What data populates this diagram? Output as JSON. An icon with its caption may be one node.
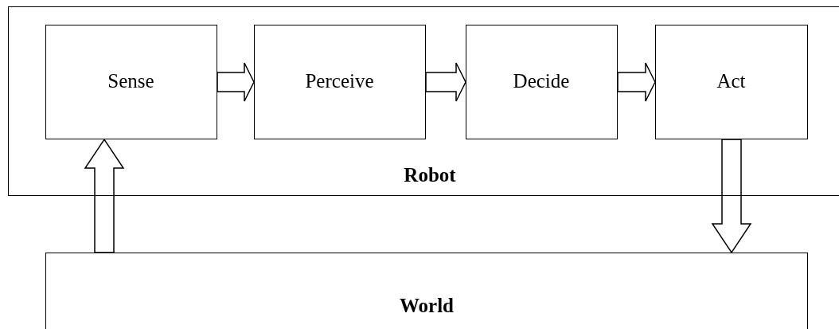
{
  "diagram": {
    "nodes": [
      {
        "text": [
          "Robot"
        ]
      },
      {
        "text": [
          "Sense"
        ],
        "in": 0
      },
      {
        "text": [
          "Perceive"
        ],
        "in": 0
      },
      {
        "text": [
          "Decide"
        ],
        "in": 0
      },
      {
        "text": [
          "Act"
        ],
        "in": 0
      },
      {
        "text": [
          "World"
        ]
      }
    ],
    "edges": [
      {
        "from": 1,
        "to": 2,
        "arrow": "to"
      },
      {
        "from": 2,
        "to": 3,
        "arrow": "to"
      },
      {
        "from": 3,
        "to": 4,
        "arrow": "to"
      },
      {
        "from": 5,
        "to": 1,
        "arrow": "to"
      },
      {
        "from": 4,
        "to": 5,
        "arrow": "to"
      }
    ]
  }
}
